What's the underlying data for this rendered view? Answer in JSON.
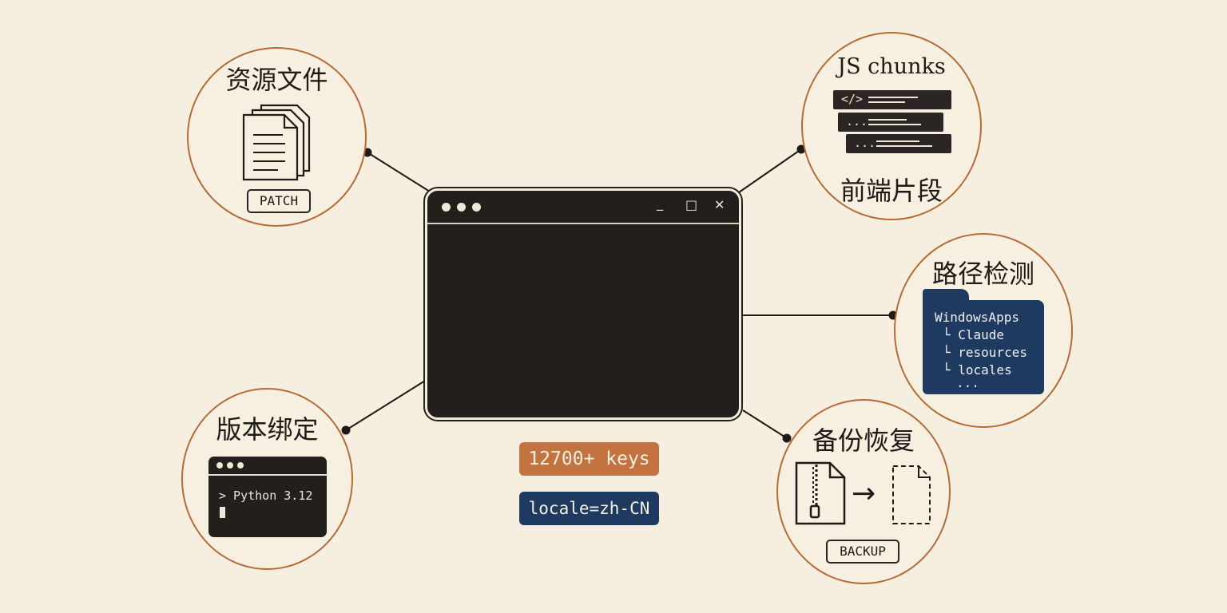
{
  "nodes": {
    "resources": {
      "title": "资源文件",
      "tag": "PATCH",
      "icon": "documents-icon"
    },
    "js_chunks": {
      "title": "JS chunks",
      "subtitle": "前端片段",
      "chunks": [
        "</>",
        "...",
        "..."
      ],
      "icon": "code-chunks-icon"
    },
    "path_detect": {
      "title": "路径检测",
      "tree": [
        "WindowsApps",
        "└ Claude",
        "└ resources",
        "└ locales",
        "..."
      ],
      "icon": "folder-icon"
    },
    "version_bind": {
      "title": "版本绑定",
      "terminal_line": "> Python 3.12",
      "icon": "terminal-icon"
    },
    "backup": {
      "title": "备份恢复",
      "tag": "BACKUP",
      "arrow": "→",
      "icon": "zip-file-icon"
    }
  },
  "center": {
    "window_controls": {
      "minimize": "_",
      "maximize": "□",
      "close": "✕"
    },
    "badges": {
      "keys": "12700+ keys",
      "locale": "locale=zh-CN"
    }
  },
  "colors": {
    "background": "#f6efe0",
    "circle_border": "#b86a36",
    "dark": "#231f1c",
    "orange_badge": "#c2733f",
    "blue_badge": "#1f3a60"
  }
}
